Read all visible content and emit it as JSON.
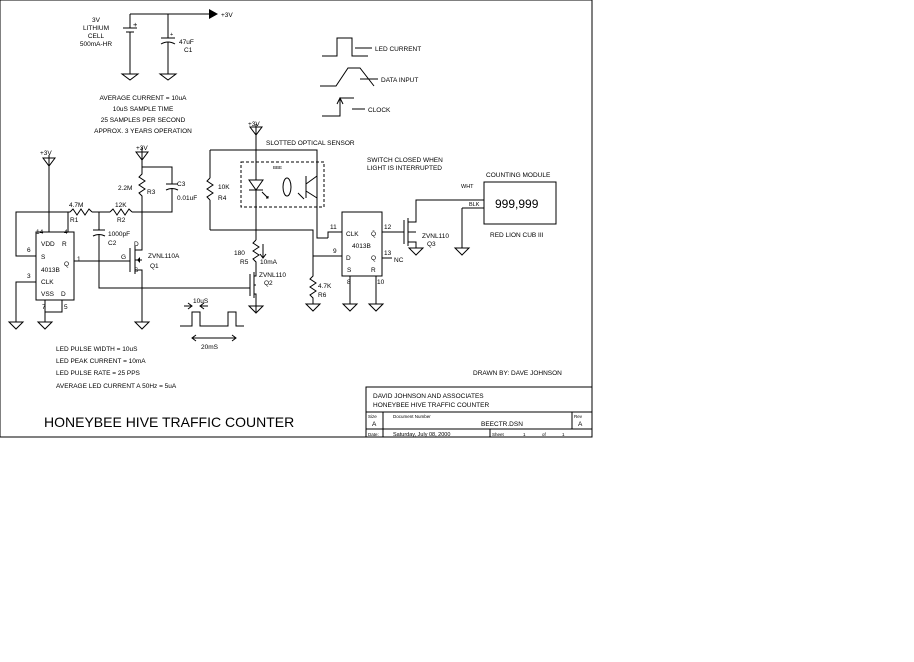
{
  "power": {
    "supply_label": "+3V",
    "battery_line1": "3V",
    "battery_line2": "LITHIUM",
    "battery_line3": "CELL",
    "battery_line4": "500mA-HR",
    "c1_value": "47uF",
    "c1_ref": "C1"
  },
  "legend": {
    "led_current": "LED CURRENT",
    "data_input": "DATA INPUT",
    "clock": "CLOCK"
  },
  "specs": [
    "AVERAGE CURRENT = 10uA",
    "10uS SAMPLE TIME",
    "25 SAMPLES PER SECOND",
    "APPROX. 3 YEARS OPERATION"
  ],
  "led_notes": [
    "LED PULSE WIDTH = 10uS",
    "LED PEAK CURRENT = 10mA",
    "LED PULSE RATE = 25 PPS",
    "AVERAGE LED CURRENT A 50Hz = 5uA"
  ],
  "sensor": {
    "title": "SLOTTED OPTICAL SENSOR",
    "tag": "BBE",
    "switch_note1": "SWITCH CLOSED WHEN",
    "switch_note2": "LIGHT IS INTERRUPTED"
  },
  "module": {
    "title": "COUNTING MODULE",
    "display": "999,999",
    "name": "RED LION CUB III",
    "wht": "WHT",
    "blk": "BLK"
  },
  "components": {
    "r1_value": "4.7M",
    "r1_ref": "R1",
    "r2_value": "12K",
    "r2_ref": "R2",
    "r3_value": "2.2M",
    "r3_ref": "R3",
    "c3_ref": "C3",
    "c3_value": "0.01uF",
    "c2_value": "1000pF",
    "c2_ref": "C2",
    "r4_value": "10K",
    "r4_ref": "R4",
    "r5_value": "180",
    "r5_ref": "R5",
    "r5_current": "10mA",
    "r6_value": "4.7K",
    "r6_ref": "R6",
    "q1_part": "ZVNL110A",
    "q1_ref": "Q1",
    "q2_part": "ZVNL110",
    "q2_ref": "Q2",
    "q3_part": "ZVNL110",
    "q3_ref": "Q3"
  },
  "ic1": {
    "part": "4013B",
    "vdd": "VDD",
    "r": "R",
    "s": "S",
    "q": "Q",
    "clk": "CLK",
    "vss": "VSS",
    "d": "D",
    "pin14": "14",
    "pin4": "4",
    "pin6": "6",
    "pin1": "1",
    "pin3": "3",
    "pin7": "7",
    "pin5": "5"
  },
  "ic2": {
    "part": "4013B",
    "clk": "CLK",
    "qbar": "Q̄",
    "d": "D",
    "q": "Q",
    "s": "S",
    "r": "R",
    "pin11": "11",
    "pin12": "12",
    "pin9": "9",
    "pin13": "13",
    "pin8": "8",
    "pin10": "10",
    "nc": "NC"
  },
  "q1_pins": {
    "d": "D",
    "g": "G",
    "s": "S"
  },
  "timing": {
    "pulse": "10uS",
    "period": "20mS"
  },
  "drawn_by": "DRAWN BY:  DAVE JOHNSON",
  "main_title": "HONEYBEE HIVE TRAFFIC COUNTER",
  "title_block": {
    "company": "DAVID JOHNSON AND ASSOCIATES",
    "project": "HONEYBEE HIVE TRAFFIC COUNTER",
    "size_label": "Size",
    "size_value": "A",
    "doc_label": "Document Number",
    "doc_value": "BEECTR.DSN",
    "rev_label": "Rev",
    "rev_value": "A",
    "date_label": "Date:",
    "date_value": "Saturday, July 08, 2000",
    "sheet_label": "Sheet",
    "sheet_value": "1",
    "of_label": "of",
    "of_value": "1"
  }
}
